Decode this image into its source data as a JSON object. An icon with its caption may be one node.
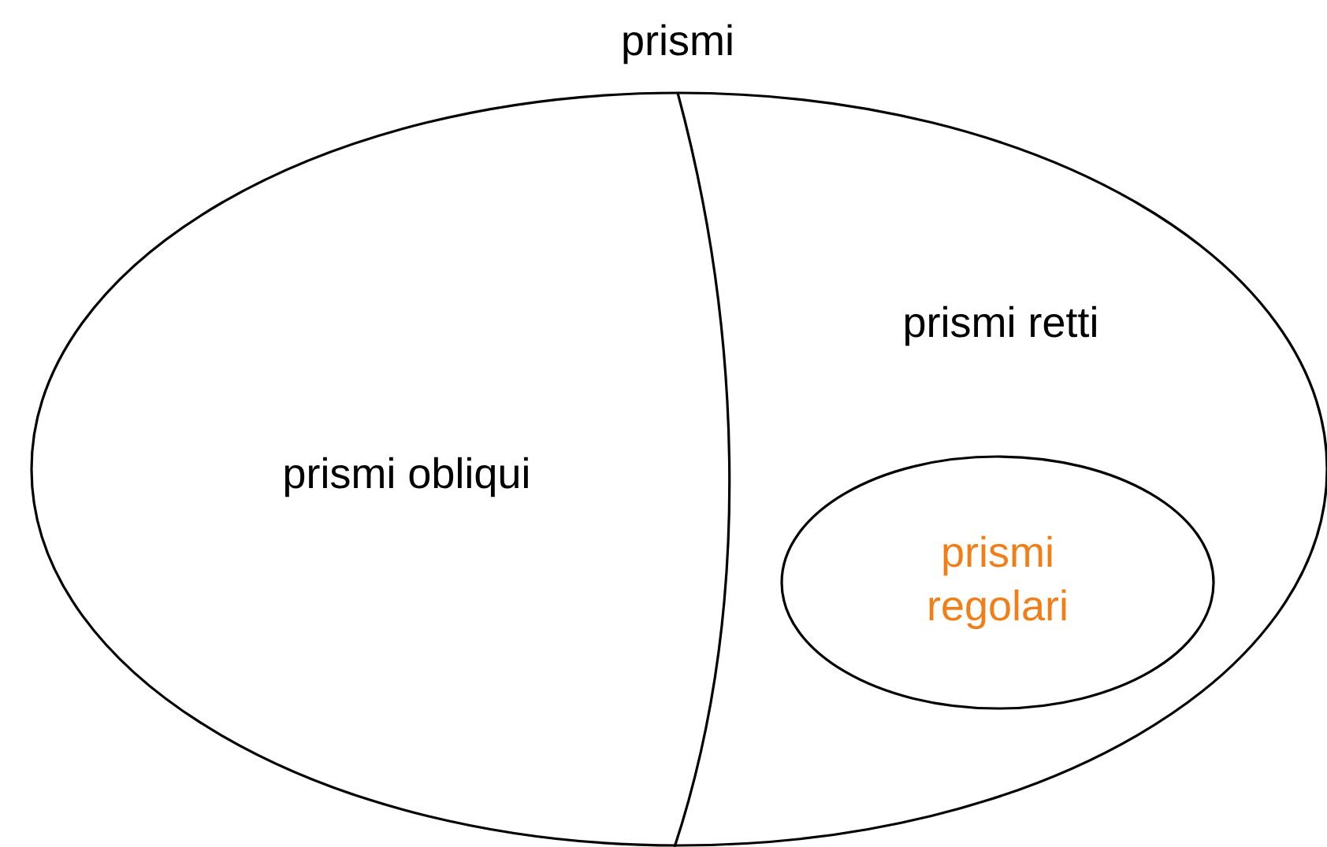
{
  "diagram": {
    "nodes": [
      {
        "text": [
          "prismi"
        ]
      },
      {
        "text": [
          "prismi obliqui"
        ],
        "in": 0
      },
      {
        "text": [
          "prismi retti"
        ],
        "in": 0
      },
      {
        "text": [
          "prismi regolari"
        ],
        "in": 0
      }
    ]
  }
}
